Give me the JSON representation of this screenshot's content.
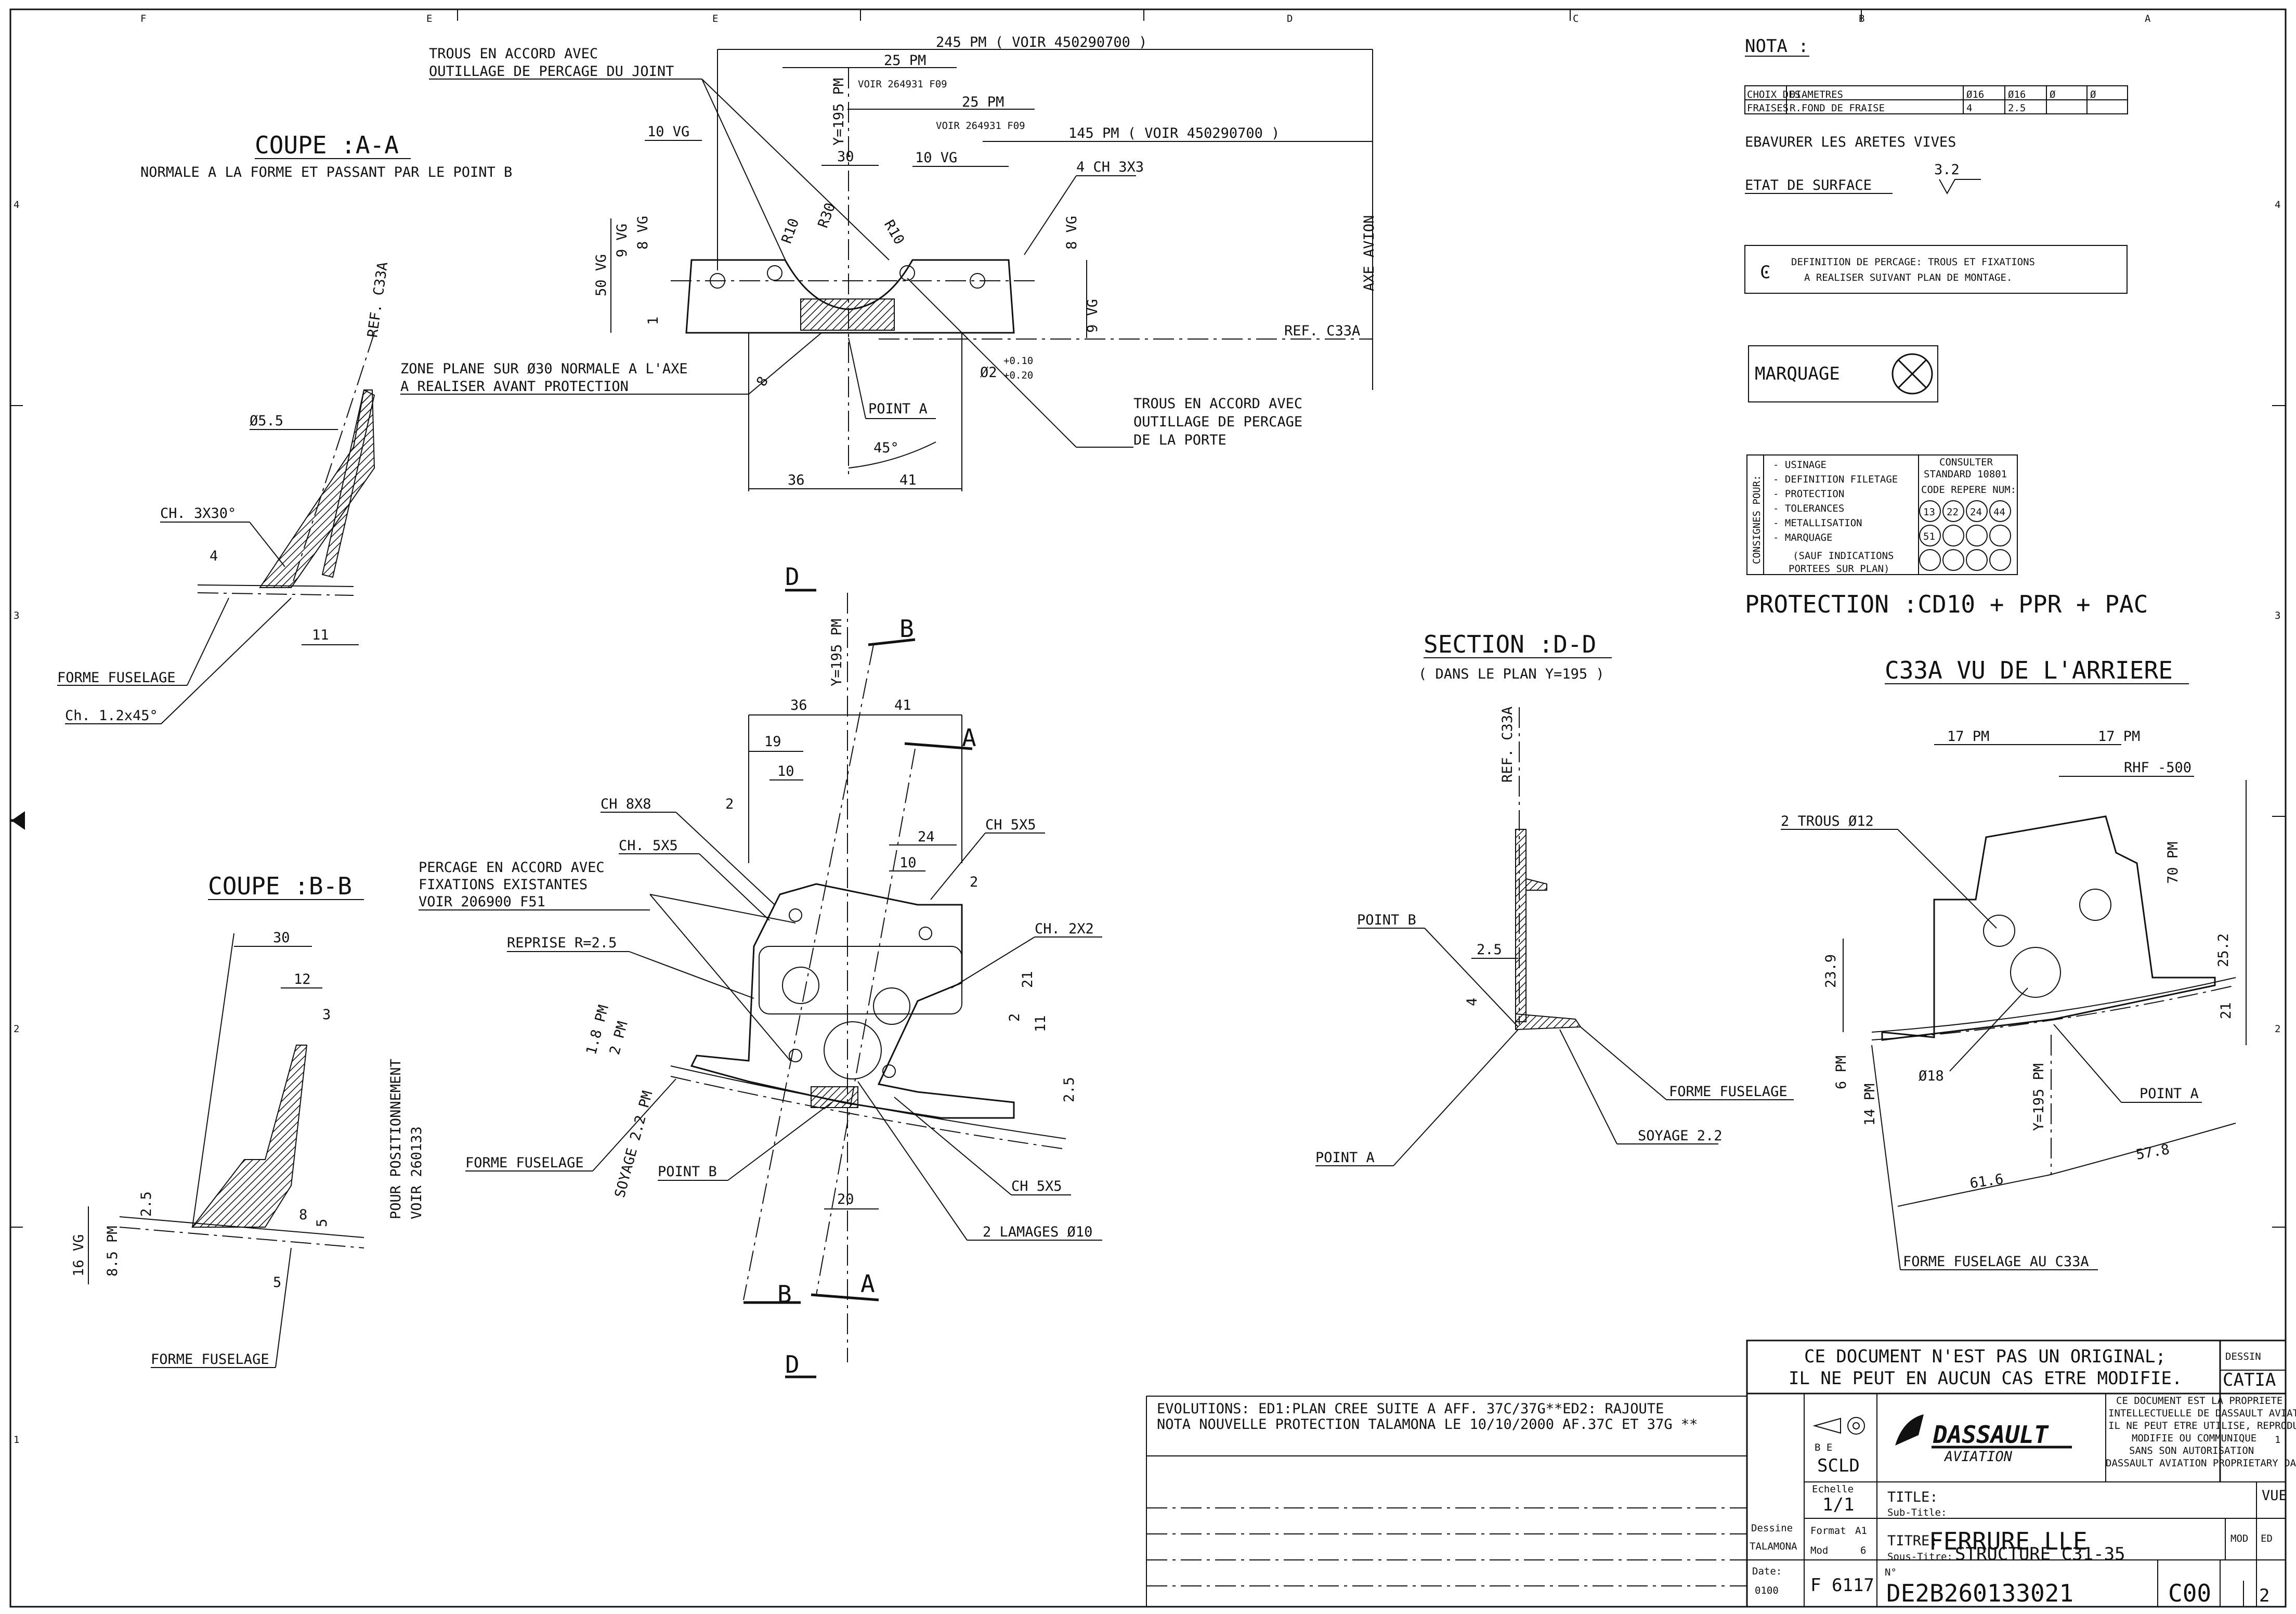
{
  "border": {
    "top_letters": [
      "F",
      "E",
      "D",
      "C",
      "B",
      "A"
    ],
    "top_letters_left": [
      "F",
      "E",
      "D",
      "C",
      "B",
      "A"
    ],
    "side_numbers": [
      "4",
      "3",
      "2",
      "1"
    ]
  },
  "coupe_aa": {
    "title": "COUPE :A-A",
    "subtitle": "NORMALE A LA FORME ET PASSANT PAR LE POINT B",
    "ref": "REF. C33A",
    "dia": "Ø5.5",
    "chamfer": "CH. 3X30°",
    "dim_4": "4",
    "dim_11": "11",
    "forme": "FORME FUSELAGE",
    "ch_bottom": "Ch. 1.2x45°"
  },
  "top_view": {
    "dim_245": "245 PM ( VOIR 450290700 )",
    "dim_25a": "25 PM",
    "voir1": "VOIR 264931 F09",
    "dim_25b": "25 PM",
    "voir2": "VOIR 264931 F09",
    "dim_145": "145 PM ( VOIR 450290700 )",
    "trous1": "TROUS EN ACCORD AVEC",
    "trous2": "OUTILLAGE DE PERCAGE DU JOINT",
    "y195": "Y=195 PM",
    "dim_10vg_l": "10 VG",
    "dim_10vg_r": "10 VG",
    "dim_30": "30",
    "ch4": "4 CH 3X3",
    "r10a": "R10",
    "r30": "R30",
    "r10b": "R10",
    "dim_50vg": "50 VG",
    "dim_9vg": "9 VG",
    "dim_8vg": "8 VG",
    "dim_8vg_r": "8 VG",
    "dim_9vg_r": "9 VG",
    "axe": "AXE AVION",
    "ref": "REF. C33A",
    "zone1": "ZONE PLANE SUR Ø30 NORMALE A L'AXE",
    "zone2": "A REALISER AVANT PROTECTION",
    "dim_8": "8",
    "dim_1": "1",
    "dia2": "Ø2",
    "tol_p": "+0.10",
    "tol_n": "+0.20",
    "point_a": "POINT A",
    "angle": "45°",
    "dim_36": "36",
    "dim_41": "41",
    "trous_p1": "TROUS EN ACCORD AVEC",
    "trous_p2": "OUTILLAGE DE PERCAGE",
    "trous_p3": "DE LA PORTE"
  },
  "main_view": {
    "d_top": "D",
    "d_bottom": "D",
    "b_top": "B",
    "b_bottom": "B",
    "a_top": "A",
    "a_bottom": "A",
    "y195": "Y=195 PM",
    "dim_36": "36",
    "dim_41": "41",
    "dim_19": "19",
    "dim_10": "10",
    "dim_2a": "2",
    "ch8x8": "CH 8X8",
    "ch5x5a": "CH. 5X5",
    "dim_24": "24",
    "dim_10b": "10",
    "ch5x5b": "CH 5X5",
    "dim_2b": "2",
    "perc1": "PERCAGE EN ACCORD AVEC",
    "perc2": "FIXATIONS EXISTANTES",
    "perc3": "VOIR 206900 F51",
    "reprise": "REPRISE R=2.5",
    "ch2x2": "CH. 2X2",
    "dim_21": "21",
    "dim_2c": "2",
    "dim_11": "11",
    "dim_18pm": "1.8 PM",
    "dim_2pm": "2 PM",
    "soyage": "SOYAGE 2.2 PM",
    "dim_25": "2.5",
    "point_b": "POINT B",
    "dim_20": "20",
    "ch5x5c": "CH 5X5",
    "lamages": "2 LAMAGES Ø10",
    "forme": "FORME FUSELAGE"
  },
  "coupe_bb": {
    "title": "COUPE :B-B",
    "dim_30": "30",
    "dim_12": "12",
    "dim_3": "3",
    "pour1": "POUR POSITIONNEMENT",
    "pour2": "VOIR 260133",
    "dim_25": "2.5",
    "dim_8": "8",
    "dim_5a": "5",
    "dim_5b": "5",
    "dim_16vg": "16 VG",
    "dim_85pm": "8.5 PM",
    "forme": "FORME FUSELAGE"
  },
  "section_dd": {
    "title": "SECTION :D-D",
    "subtitle": "( DANS LE PLAN Y=195 )",
    "ref": "REF. C33A",
    "point_b": "POINT B",
    "dim_25": "2.5",
    "dim_4": "4",
    "forme": "FORME FUSELAGE",
    "point_a": "POINT A",
    "soyage": "SOYAGE 2.2"
  },
  "c33a_view": {
    "title": "C33A VU DE L'ARRIERE",
    "dim_17a": "17 PM",
    "dim_17b": "17 PM",
    "rhf": "RHF -500",
    "trous": "2 TROUS Ø12",
    "dim_70": "70 PM",
    "dim_239": "23.9",
    "dim_252": "25.2",
    "dim_21": "21",
    "dim_6": "6 PM",
    "dim_14": "14 PM",
    "dia18": "Ø18",
    "y195": "Y=195 PM",
    "point_a": "POINT A",
    "dim_616": "61.6",
    "dim_578": "57.8",
    "forme": "FORME FUSELAGE AU C33A"
  },
  "nota": {
    "title": "NOTA :",
    "table_rows": [
      [
        "CHOIX DES",
        "DIAMETRES",
        "Ø16",
        "Ø16",
        "Ø",
        "Ø"
      ],
      [
        "FRAISES",
        "R.FOND DE FRAISE",
        "4",
        "2.5",
        "",
        ""
      ]
    ],
    "ebavurer": "EBAVURER LES ARETES VIVES",
    "surface_val": "3.2",
    "surface": "ETAT DE SURFACE",
    "def1": "DEFINITION DE PERCAGE: TROUS ET FIXATIONS",
    "def2": "A REALISER SUIVANT PLAN DE MONTAGE.",
    "marquage": "MARQUAGE",
    "consignes": "CONSIGNES POUR:",
    "items": [
      "- USINAGE",
      "- DEFINITION FILETAGE",
      "- PROTECTION",
      "- TOLERANCES",
      "- METALLISATION",
      "- MARQUAGE",
      "(SAUF INDICATIONS",
      "PORTEES SUR PLAN)"
    ],
    "consulter1": "CONSULTER",
    "consulter2": "STANDARD 10801",
    "code": "CODE REPERE NUM:",
    "codes": [
      "13",
      "22",
      "24",
      "44",
      "51"
    ],
    "protection": "PROTECTION :CD10 + PPR + PAC"
  },
  "evolutions": {
    "line1": "EVOLUTIONS:  ED1:PLAN CREE SUITE A AFF. 37C/37G**ED2: RAJOUTE",
    "line2": "NOTA NOUVELLE PROTECTION TALAMONA LE 10/10/2000 AF.37C ET 37G **"
  },
  "title_block": {
    "warn1": "CE DOCUMENT N'EST PAS UN ORIGINAL;",
    "warn2": "IL NE PEUT EN AUCUN CAS ETRE MODIFIE.",
    "dessin": "DESSIN",
    "catia": "CATIA",
    "brand": "DASSAULT",
    "brand2": "AVIATION",
    "prop": [
      "CE DOCUMENT EST LA PROPRIETE",
      "INTELLECTUELLE DE DASSAULT AVIATION",
      "IL NE PEUT ETRE UTILISE, REPRODUIT,",
      "MODIFIE OU COMMUNIQUE",
      "SANS SON AUTORISATION",
      "DASSAULT AVIATION PROPRIETARY DATA"
    ],
    "be": "B E",
    "scld": "SCLD",
    "echelle": "Echelle",
    "scale": "1/1",
    "title_lbl": "TITLE:",
    "subtitle_lbl": "Sub-Title:",
    "vue": "VUE",
    "dessine": "Dessine",
    "talamona": "TALAMONA",
    "format_lbl": "Format",
    "format": "A1",
    "mod_lbl": "Mod",
    "mod": "6",
    "titre_lbl": "TITRE:",
    "titre": "FERRURE LLE",
    "soustitre_lbl": "Sous-Titre:",
    "soustitre": "STRUCTURE C31-35",
    "date_lbl": "Date:",
    "date": "0100",
    "f_num": "F 6117",
    "no_lbl": "N°",
    "number": "DE2B260133021",
    "rev": "C00",
    "sheet": "2",
    "mod_col": "MOD",
    "ed_col": "ED"
  }
}
